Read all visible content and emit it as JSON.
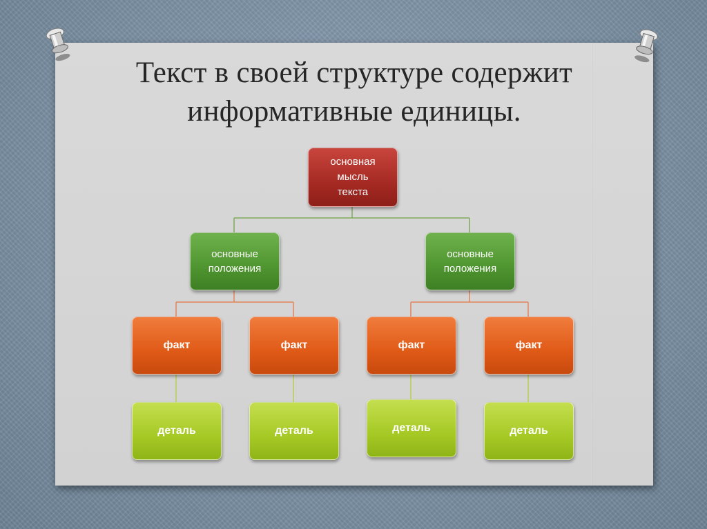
{
  "slide": {
    "title_line1": "Текст в своей структуре содержит",
    "title_line2": "информативные единицы."
  },
  "diagram": {
    "root": {
      "line1": "основная",
      "line2": "мысль",
      "line3": "текста"
    },
    "mid": [
      {
        "line1": "основные",
        "line2": "положения"
      },
      {
        "line1": "основные",
        "line2": "положения"
      }
    ],
    "facts": [
      "факт",
      "факт",
      "факт",
      "факт"
    ],
    "details": [
      "деталь",
      "деталь",
      "деталь",
      "деталь"
    ]
  },
  "colors": {
    "root": "#a52a23",
    "mid": "#4f9530",
    "fact": "#e05a17",
    "detail": "#a6c925",
    "connector_green": "#7faa5c",
    "connector_orange": "#e2835a",
    "connector_lime": "#b7cf55"
  }
}
